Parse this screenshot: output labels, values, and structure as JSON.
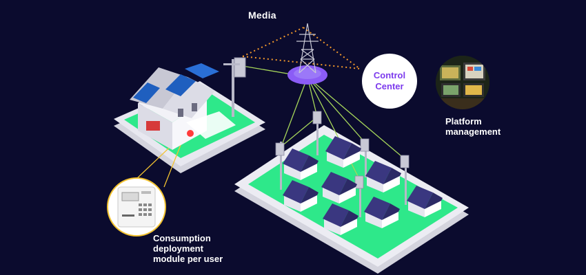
{
  "labels": {
    "media": "Media",
    "control_center": "Control Center",
    "platform_management": "Platform management",
    "consumption_module": "Consumption deployment module per user"
  },
  "colors": {
    "background": "#0b0b2e",
    "platform_green": "#2ee88a",
    "platform_base": "#e6e6ee",
    "link_green": "#a6d65a",
    "link_yellow": "#f2c230",
    "media_dotted": "#f59a2b",
    "control_center_text": "#7c3aed",
    "hub_purple": "#8b5cf6",
    "house_roof": "#3a3780",
    "house_wall": "#ffffff"
  },
  "icons": {
    "tower": "transmission-tower-icon",
    "hub": "signal-hub-icon",
    "meter": "smart-meter-icon",
    "solar_house": "solar-house-icon",
    "house": "house-icon",
    "platform_screens": "monitor-screens-icon"
  }
}
